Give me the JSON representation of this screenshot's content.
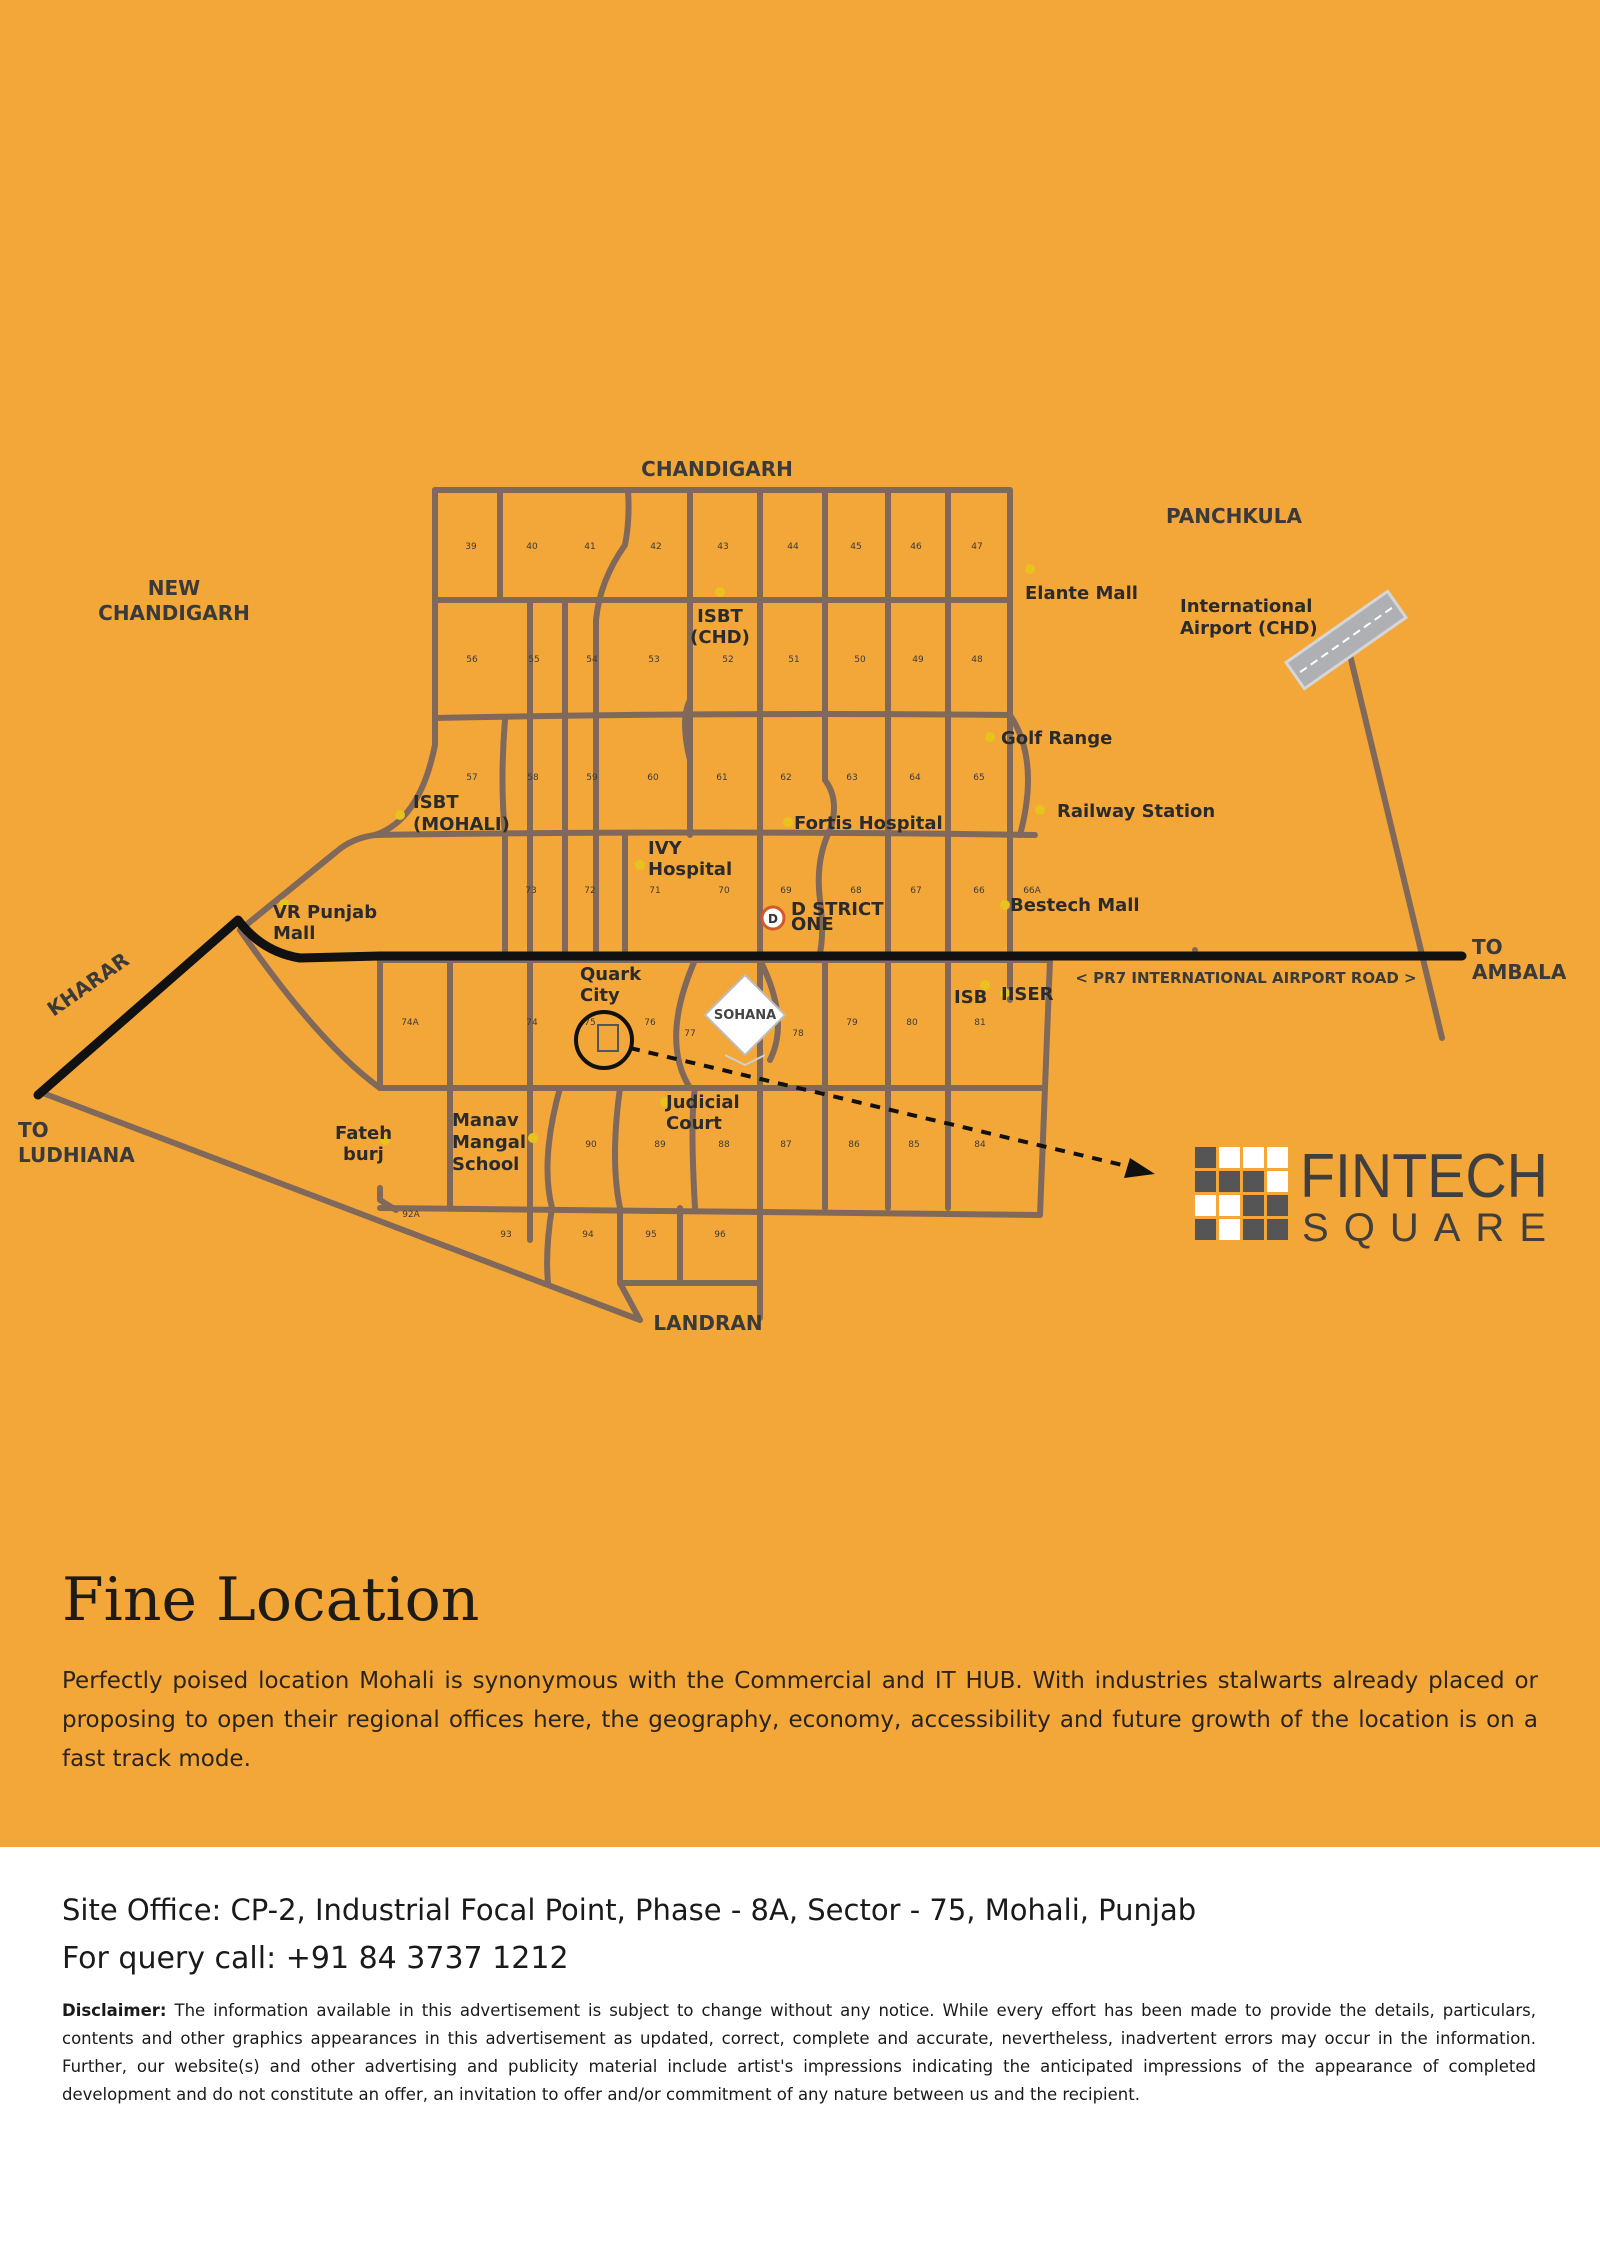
{
  "colors": {
    "background": "#f4a739",
    "footer": "#ffffff",
    "road": "#80695b",
    "highway": "#111111",
    "brand_dark": "#555555",
    "poi_dot": "#e8c21d"
  },
  "map": {
    "regions": {
      "chandigarh": "CHANDIGARH",
      "panchkula": "PANCHKULA",
      "new_chandigarh_1": "NEW",
      "new_chandigarh_2": "CHANDIGARH",
      "kharar": "KHARAR",
      "to_ludhiana_1": "TO",
      "to_ludhiana_2": "LUDHIANA",
      "to_ambala_1": "TO",
      "to_ambala_2": "AMBALA",
      "landran": "LANDRAN",
      "sohana": "SOHANA"
    },
    "road_label": "< PR7 INTERNATIONAL AIRPORT ROAD >",
    "landmarks": {
      "elante_mall": "Elante Mall",
      "airport_1": "International",
      "airport_2": "Airport (CHD)",
      "isbt_chd_1": "ISBT",
      "isbt_chd_2": "(CHD)",
      "golf_range": "Golf Range",
      "railway_station": "Railway Station",
      "isbt_mohali_1": "ISBT",
      "isbt_mohali_2": "(MOHALI)",
      "fortis_hospital": "Fortis Hospital",
      "ivy_1": "IVY",
      "ivy_2": "Hospital",
      "vr_punjab_1": "VR Punjab",
      "vr_punjab_2": "Mall",
      "district_one_1": "D STRICT",
      "district_one_2": "ONE",
      "bestech_mall": "Bestech Mall",
      "quark_1": "Quark",
      "quark_2": "City",
      "isb": "ISB",
      "iiser": "IISER",
      "judicial_1": "Judicial",
      "judicial_2": "Court",
      "fateh_1": "Fateh",
      "fateh_2": "burj",
      "manav_1": "Manav",
      "manav_2": "Mangal",
      "manav_3": "School"
    },
    "sectors": {
      "s39": "39",
      "s40": "40",
      "s41": "41",
      "s42": "42",
      "s43": "43",
      "s44": "44",
      "s45": "45",
      "s46": "46",
      "s47": "47",
      "s56": "56",
      "s55": "55",
      "s54": "54",
      "s53": "53",
      "s52": "52",
      "s51": "51",
      "s50": "50",
      "s49": "49",
      "s48": "48",
      "s57": "57",
      "s58": "58",
      "s59": "59",
      "s60": "60",
      "s61": "61",
      "s62": "62",
      "s63": "63",
      "s64": "64",
      "s65": "65",
      "s73": "73",
      "s72": "72",
      "s71": "71",
      "s70": "70",
      "s69": "69",
      "s68": "68",
      "s67": "67",
      "s66": "66",
      "s66a": "66A",
      "s74a": "74A",
      "s74": "74",
      "s75": "75",
      "s76": "76",
      "s77": "77",
      "s78": "78",
      "s79": "79",
      "s80": "80",
      "s81": "81",
      "s90": "90",
      "s89": "89",
      "s88": "88",
      "s87": "87",
      "s86": "86",
      "s85": "85",
      "s84": "84",
      "s92a": "92A",
      "s93": "93",
      "s94": "94",
      "s95": "95",
      "s96": "96"
    }
  },
  "brand": {
    "line1": "FINTECH",
    "line2": "SQUARE"
  },
  "content": {
    "title": "Fine Location",
    "body": "Perfectly poised location Mohali is synonymous with the Commercial and IT HUB. With industries stalwarts already placed or proposing to open their regional offices here, the geography, economy, accessibility and future growth of the location is on a fast track mode."
  },
  "footer": {
    "site_office": "Site Office: CP-2, Industrial Focal Point, Phase - 8A, Sector - 75, Mohali, Punjab",
    "query_call": "For query call: +91 84 3737 1212",
    "disclaimer_label": "Disclaimer:",
    "disclaimer_text": " The information available in this advertisement is subject to change without any notice. While every effort has been made to provide the details, particulars, contents and other graphics appearances in this advertisement as updated, correct, complete and accurate, nevertheless, inadvertent errors may occur in the information. Further, our website(s) and other advertising and publicity material include artist's impressions indicating the anticipated impressions of the appearance of completed development and do not constitute an offer, an invitation to offer and/or commitment of any nature between us and the recipient."
  }
}
